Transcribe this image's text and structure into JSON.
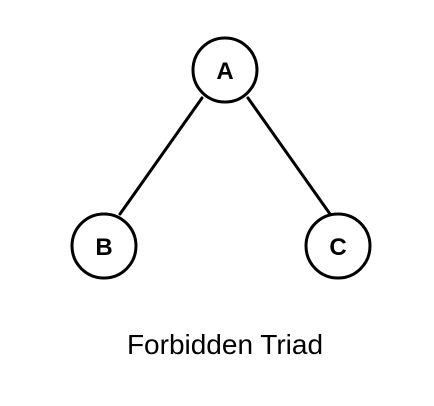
{
  "diagram": {
    "nodes": [
      {
        "id": "A",
        "label": "A"
      },
      {
        "id": "B",
        "label": "B"
      },
      {
        "id": "C",
        "label": "C"
      }
    ],
    "edges": [
      {
        "from": "A",
        "to": "B"
      },
      {
        "from": "A",
        "to": "C"
      }
    ],
    "caption": "Forbidden Triad",
    "colors": {
      "stroke": "#000000",
      "fill": "#ffffff",
      "background": "#ffffff"
    }
  }
}
